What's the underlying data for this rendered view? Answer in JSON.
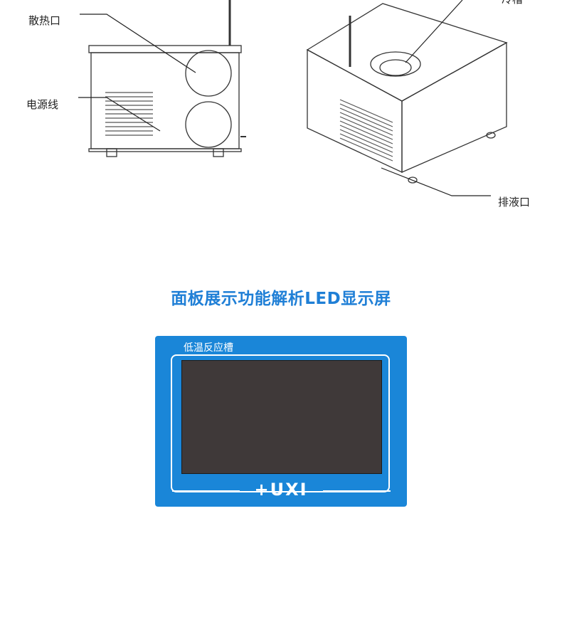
{
  "diagram": {
    "labels": {
      "heat_vent": "散热口",
      "power_cord": "电源线",
      "drain_port": "排液口",
      "top_right_partial": "冷槽"
    }
  },
  "section": {
    "title": "面板展示功能解析LED显示屏",
    "title_color": "#1f7fd6"
  },
  "panel": {
    "label": "低温反应槽",
    "brand": "+UXI",
    "panel_color": "#1a86d8",
    "screen_color": "#3f3939"
  }
}
